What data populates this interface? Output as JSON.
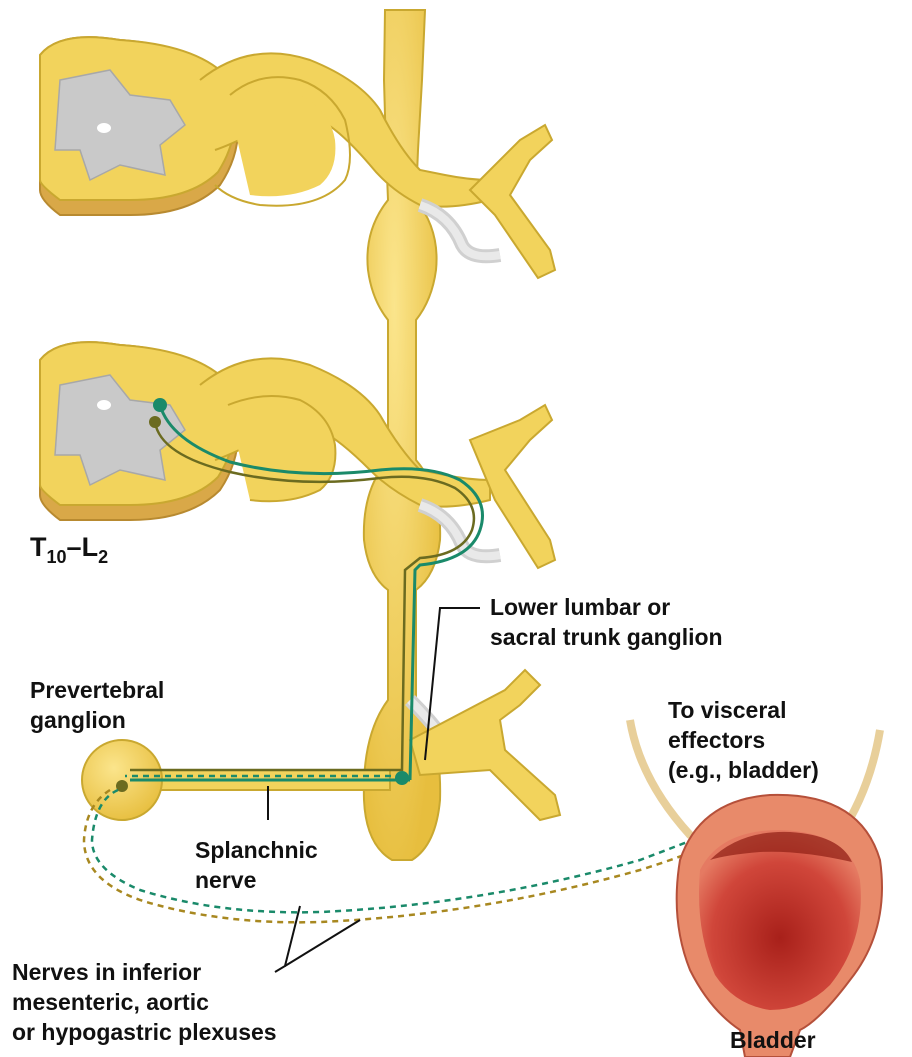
{
  "labels": {
    "segment_main_1": "T",
    "segment_sub_1": "10",
    "segment_dash": "–",
    "segment_main_2": "L",
    "segment_sub_2": "2",
    "trunk_ganglion_line1": "Lower lumbar or",
    "trunk_ganglion_line2": "sacral trunk ganglion",
    "prevertebral_line1": "Prevertebral",
    "prevertebral_line2": "ganglion",
    "effectors_line1": "To visceral",
    "effectors_line2": "effectors",
    "effectors_line3": "(e.g., bladder)",
    "splanchnic_line1": "Splanchnic",
    "splanchnic_line2": "nerve",
    "plexus_line1": "Nerves in inferior",
    "plexus_line2": "mesenteric, aortic",
    "plexus_line3": "or hypogastric plexuses",
    "bladder": "Bladder"
  },
  "colors": {
    "nerve_yellow": "#f2d35c",
    "nerve_outline": "#c9a830",
    "nerve_shadow": "#d9a848",
    "gray_matter": "#c9c9c9",
    "preganglionic_green": "#1a8a6a",
    "postganglionic_olive": "#6b6b20",
    "bladder_outer": "#e88a6a",
    "bladder_inner": "#c0392b",
    "bladder_dark": "#8e1e14",
    "ureter": "#e8cf9a"
  }
}
